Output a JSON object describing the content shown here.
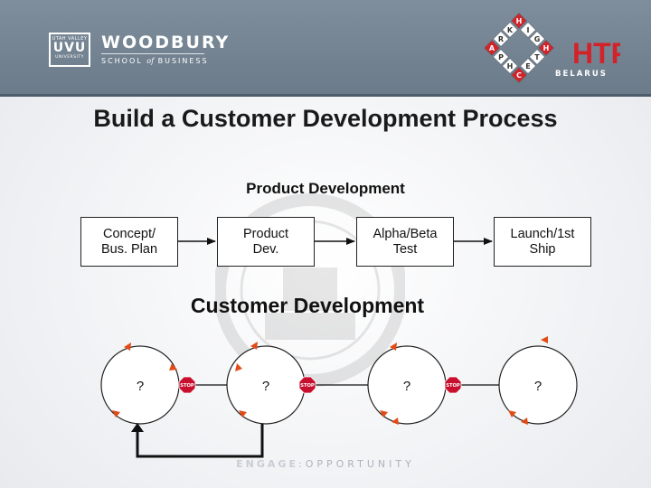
{
  "header": {
    "uvu_logo": {
      "top": "UTAH VALLEY",
      "middle": "UVU",
      "bottom": "UNIVERSITY"
    },
    "school_name": "WOODBURY",
    "school_sub_prefix": "SCHOOL",
    "school_sub_of": "of",
    "school_sub_suffix": "BUSINESS",
    "htp_logo": {
      "ring_letters": [
        "H",
        "I",
        "G",
        "H",
        "T",
        "E",
        "C",
        "H",
        "P",
        "A",
        "R",
        "K"
      ],
      "mark": "HTP",
      "country": "BELARUS"
    }
  },
  "title": "Build a Customer Development Process",
  "product_development": {
    "label": "Product Development",
    "steps": [
      "Concept/\nBus. Plan",
      "Product\nDev.",
      "Alpha/Beta\nTest",
      "Launch/1st\nShip"
    ]
  },
  "customer_development": {
    "label": "Customer Development",
    "circles": [
      "?",
      "?",
      "?",
      "?"
    ],
    "stop_sign": "STOP"
  },
  "footer": {
    "engage": "ENGAGE",
    "tagline": "OPPORTUNITY"
  },
  "colors": {
    "header": "#7f8e9c",
    "arrow_marker": "#e24b16",
    "stop_red": "#c8102e",
    "htp_red": "#d2232a"
  }
}
